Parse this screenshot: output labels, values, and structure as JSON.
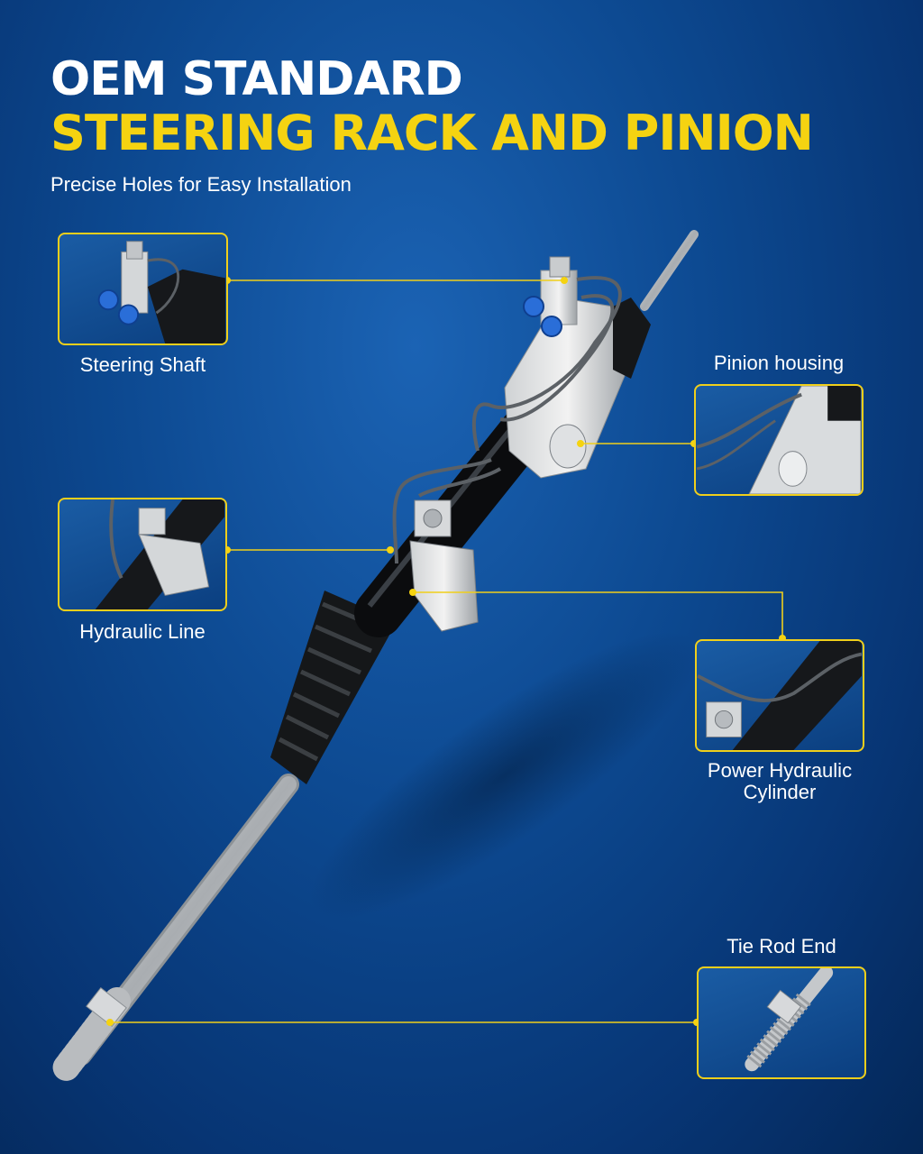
{
  "header": {
    "title_line1": "OEM STANDARD",
    "title_line2": "STEERING RACK AND PINION",
    "subtitle": "Precise Holes for Easy Installation"
  },
  "callouts": {
    "steering_shaft": "Steering Shaft",
    "pinion_housing": "Pinion housing",
    "hydraulic_line": "Hydraulic Line",
    "power_cylinder_line1": "Power Hydraulic",
    "power_cylinder_line2": "Cylinder",
    "tie_rod_end": "Tie Rod End"
  },
  "colors": {
    "accent": "#f5d311",
    "background": "#0d4a92",
    "callout_line": "#f0cf1b"
  }
}
